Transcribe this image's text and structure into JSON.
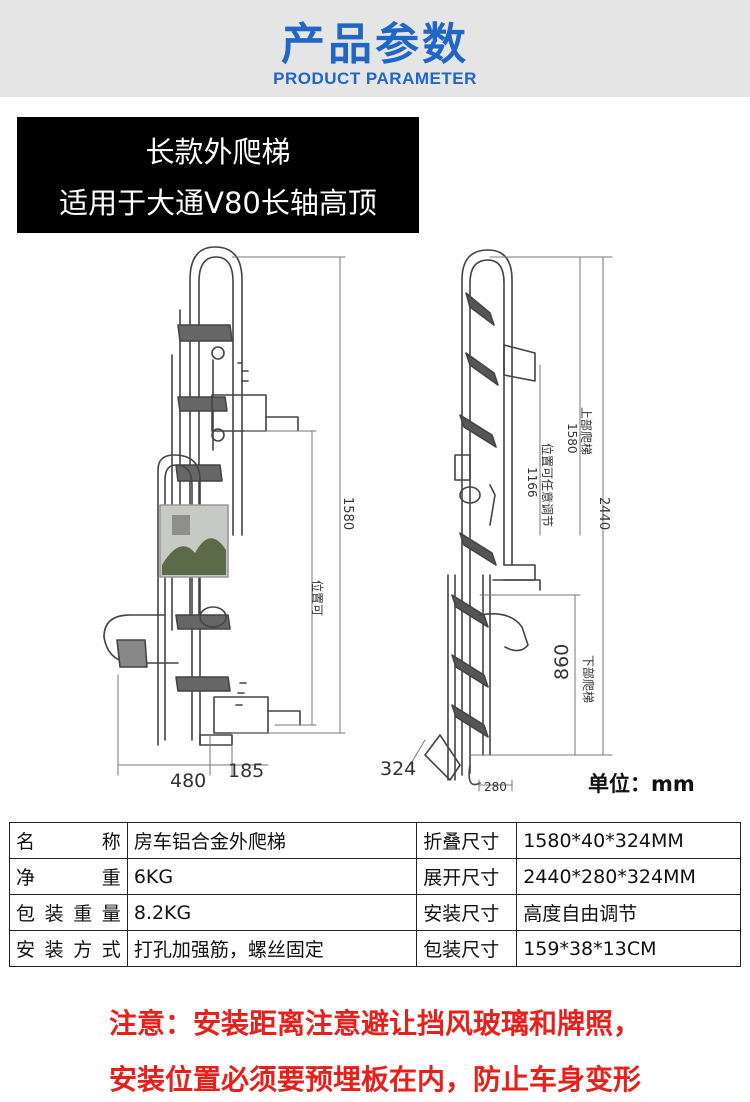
{
  "header": {
    "title": "产品参数",
    "subtitle": "PRODUCT PARAMETER"
  },
  "product_label": {
    "line1": "长款外爬梯",
    "line2": "适用于大通V80长轴高顶"
  },
  "drawing": {
    "left_view": {
      "dim_height": "1580",
      "dim_position_label": "位置可",
      "dim_width": "480",
      "dim_depth": "185"
    },
    "right_view": {
      "dim_adjustable": "1166",
      "dim_adjustable_label": "位置可任意调节",
      "dim_upper": "1580",
      "dim_upper_label": "上部爬梯",
      "dim_total": "2440",
      "dim_lower": "860",
      "dim_lower_label": "下部爬梯",
      "dim_foot": "324",
      "dim_bottom": "280"
    },
    "unit_label": "单位：mm"
  },
  "params": [
    {
      "k1": "名　称",
      "v1": "房车铝合金外爬梯",
      "k2": "折叠尺寸",
      "v2": "1580*40*324MM"
    },
    {
      "k1": "净　重",
      "v1": "6KG",
      "k2": "展开尺寸",
      "v2": "2440*280*324MM"
    },
    {
      "k1": "包装重量",
      "v1": "8.2KG",
      "k2": "安装尺寸",
      "v2": "高度自由调节"
    },
    {
      "k1": "安装方式",
      "v1": "打孔加强筋，螺丝固定",
      "k2": "包装尺寸",
      "v2": "159*38*13CM"
    }
  ],
  "notice": {
    "line1": "注意：安装距离注意避让挡风玻璃和牌照，",
    "line2": "安装位置必须要预埋板在内，防止车身变形"
  },
  "colors": {
    "title_blue": "#1f66c6",
    "notice_red": "#e8201c",
    "header_gray": "#e5e5e5"
  }
}
